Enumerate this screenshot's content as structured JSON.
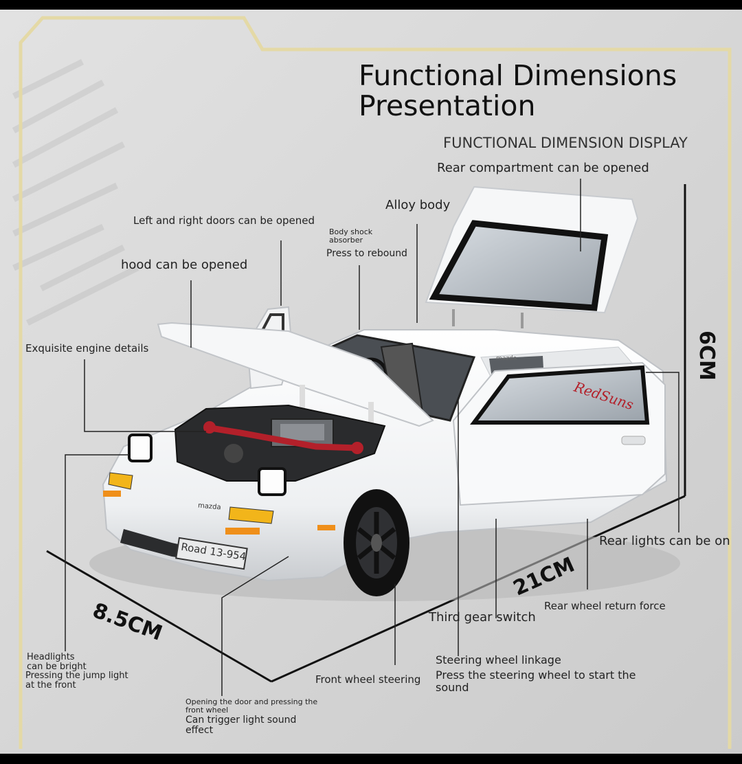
{
  "title_line1": "Functional Dimensions",
  "title_line2": "Presentation",
  "subtitle": "FUNCTIONAL DIMENSION DISPLAY",
  "labels": {
    "rear_compartment": "Rear compartment can be opened",
    "alloy_body": "Alloy body",
    "doors": "Left and right doors can be opened",
    "shock1": "Body shock",
    "shock2": "absorber",
    "rebound": "Press to rebound",
    "hood": "hood can be opened",
    "engine": "Exquisite engine details",
    "rear_lights": "Rear lights can be on",
    "rear_wheel": "Rear wheel return force",
    "third_gear": "Third gear switch",
    "steering_linkage": "Steering wheel linkage",
    "steering_sound1": "Press the steering wheel to start the",
    "steering_sound2": "sound",
    "front_steering": "Front wheel steering",
    "headlights1": "Headlights",
    "headlights2": "can be bright",
    "headlights3": "Pressing the jump light",
    "headlights4": "at the front",
    "door_light1": "Opening the door and pressing the",
    "door_light2": "front wheel",
    "door_light3": "Can trigger light sound",
    "door_light4": "effect"
  },
  "dimensions": {
    "height": "6CM",
    "length": "21CM",
    "width": "8.5CM"
  },
  "car_text": {
    "plate": "Road 13-954",
    "brand_front": "mazda",
    "brand_rear": "mazda",
    "decal": "RedSuns"
  }
}
